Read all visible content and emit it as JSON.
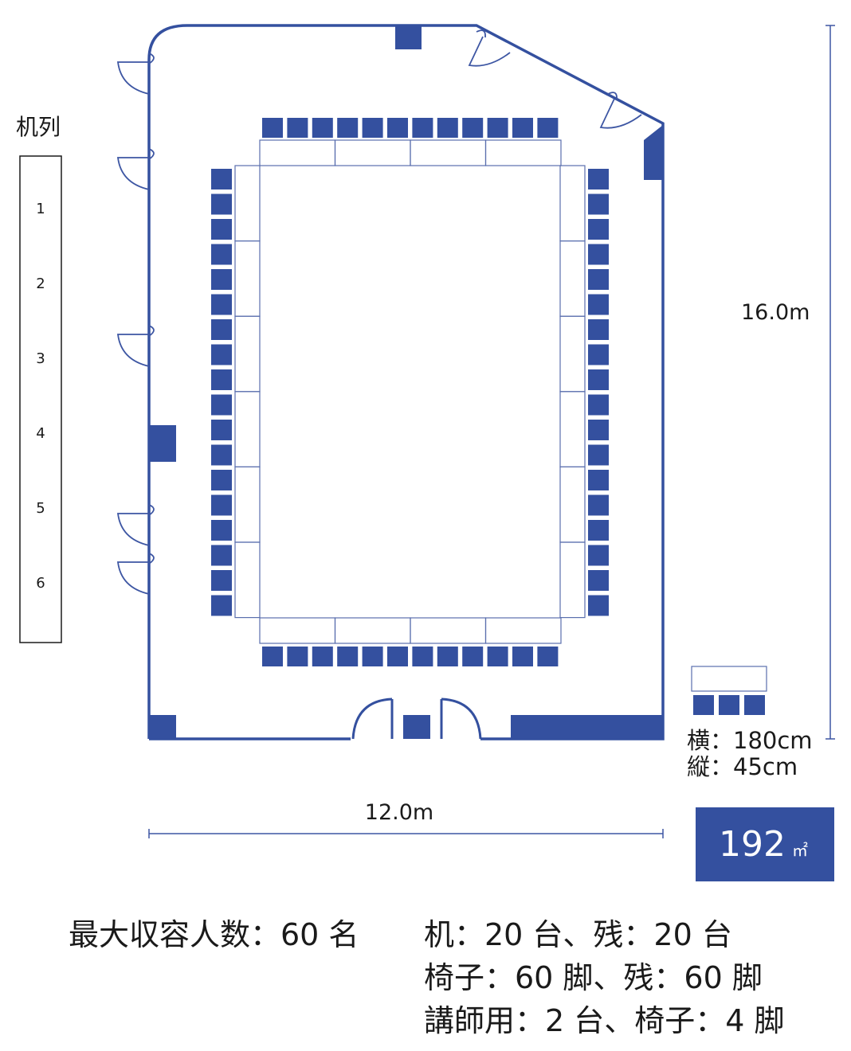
{
  "labels": {
    "row_header": "机列",
    "dim_height": "16.0m",
    "dim_width": "12.0m",
    "table_width": "横：180cm",
    "table_depth": "縦：45cm",
    "area_value": "192",
    "area_unit": "㎡"
  },
  "rows": [
    "1",
    "2",
    "3",
    "4",
    "5",
    "6"
  ],
  "info": {
    "capacity": "最大収容人数：60 名",
    "lines": [
      "机：20 台、残：20 台",
      "椅子：60 脚、残：60 脚",
      "講師用：2 台、椅子：4 脚"
    ]
  },
  "colors": {
    "accent": "#34509f",
    "line": "#3d56a3",
    "table_stroke": "#5a6fae",
    "text": "#1a1a1a",
    "background": "#ffffff"
  }
}
